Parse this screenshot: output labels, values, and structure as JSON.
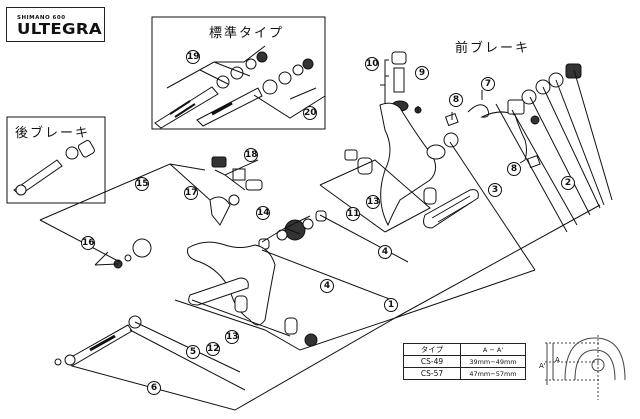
{
  "logo": {
    "subtitle": "SHIMANO 600",
    "title": "ULTEGRA"
  },
  "panels": {
    "standard_type": {
      "title": "標準タイプ",
      "part_labels": [
        "19",
        "20"
      ]
    },
    "rear_brake": {
      "title": "後ブレーキ"
    },
    "front_brake": {
      "title": "前ブレーキ"
    }
  },
  "part_labels": [
    "1",
    "2",
    "3",
    "4",
    "4",
    "5",
    "6",
    "7",
    "8",
    "8",
    "9",
    "10",
    "11",
    "12",
    "13",
    "13",
    "14",
    "15",
    "16",
    "17",
    "18",
    "19",
    "20"
  ],
  "spec_table": {
    "headers": [
      "タイプ",
      "A − A'"
    ],
    "rows": [
      [
        "CS-49",
        "39mm−49mm"
      ],
      [
        "CS-57",
        "47mm−57mm"
      ]
    ]
  },
  "dimension_labels": {
    "a": "A",
    "a_prime": "A'"
  }
}
